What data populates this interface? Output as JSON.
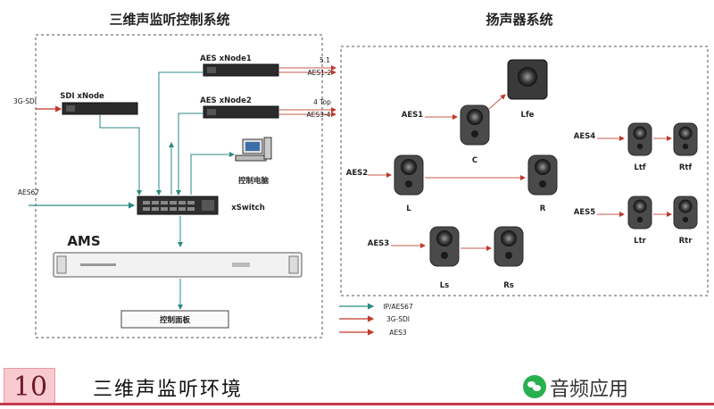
{
  "left_panel": {
    "title": "三维声监听控制系统"
  },
  "right_panel": {
    "title": "扬声器系统"
  },
  "devices": {
    "sdi_node": "SDI xNode",
    "aes_node1": "AES xNode1",
    "aes_node2": "AES xNode2",
    "xswitch": "xSwitch",
    "ams": "AMS",
    "pc": "控制电脑",
    "control_unit": "控制面板"
  },
  "labels": {
    "in_3g_sdi": "3G-SDI",
    "in_aes67": "AES67",
    "out_51": "5.1",
    "out_aes12": "AES1-2",
    "out_4top": "4 Top",
    "out_aes34": "AES3-4"
  },
  "speaker_groups": {
    "aes1": "AES1",
    "aes2": "AES2",
    "aes3": "AES3",
    "aes4": "AES4",
    "aes5": "AES5"
  },
  "speakers": {
    "lfe": "Lfe",
    "c": "C",
    "l": "L",
    "r": "R",
    "ls": "Ls",
    "rs": "Rs",
    "ltf": "Ltf",
    "rtf": "Rtf",
    "ltr": "Ltr",
    "rtr": "Rtr"
  },
  "legend": [
    {
      "label": "IP/AES67",
      "color": "#2a8a84"
    },
    {
      "label": "3G-SDI",
      "color": "#c0392b"
    },
    {
      "label": "AES3",
      "color": "#c0392b"
    }
  ],
  "footer": {
    "number": "10",
    "title": "三维声监听环境",
    "watermark": "音频应用"
  },
  "colors": {
    "ip": "#2a8a84",
    "sdi": "#c0392b",
    "aes": "#c65b4e",
    "footer_accent": "#c43b4a"
  }
}
